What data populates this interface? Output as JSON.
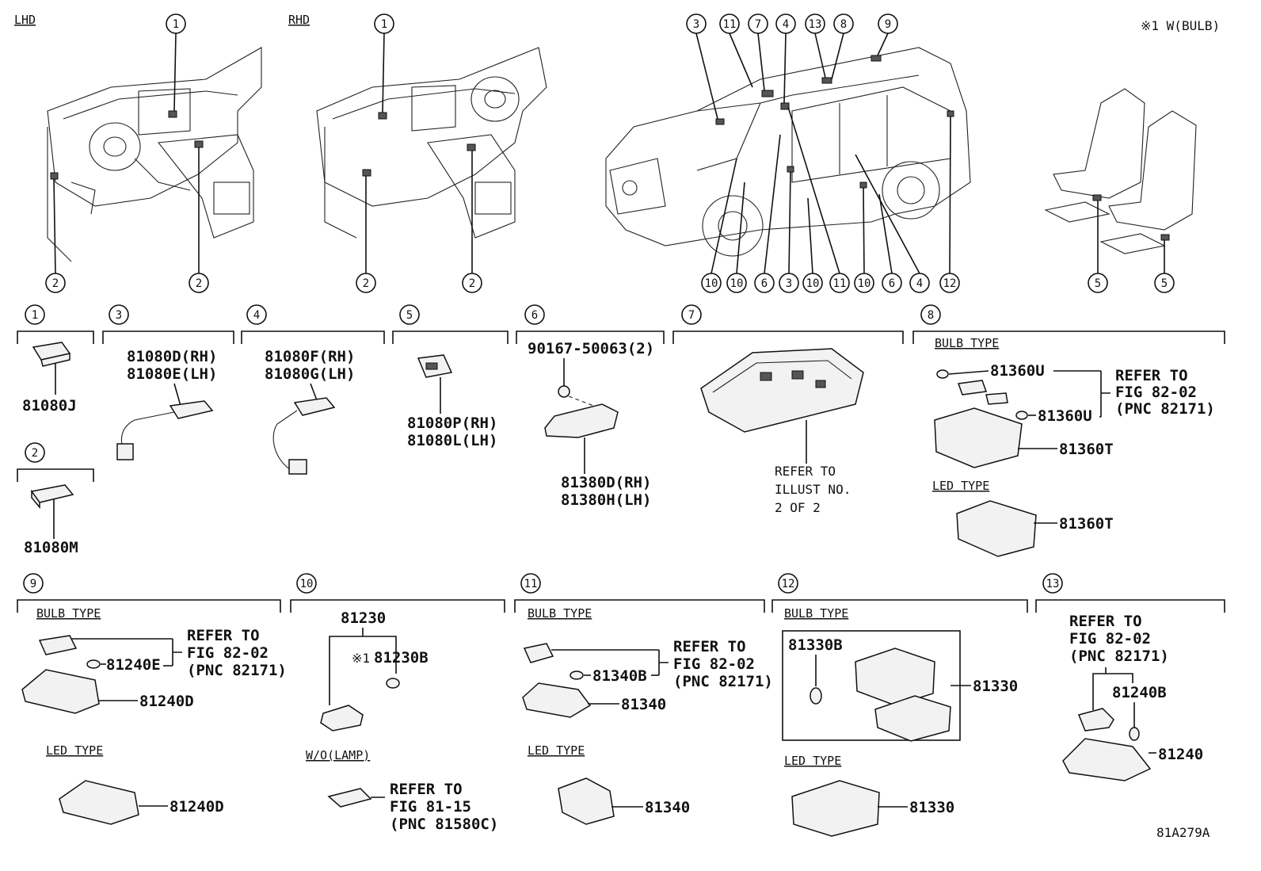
{
  "header": {
    "lhd": "LHD",
    "rhd": "RHD",
    "note": "※1 W(BULB)"
  },
  "callouts": {
    "n1": "1",
    "n2": "2",
    "n3": "3",
    "n4": "4",
    "n5": "5",
    "n6": "6",
    "n7": "7",
    "n8": "8",
    "n9": "9",
    "n10": "10",
    "n11": "11",
    "n12": "12",
    "n13": "13"
  },
  "sections": {
    "s1": {
      "part": "81080J"
    },
    "s2": {
      "part": "81080M"
    },
    "s3": {
      "part_rh": "81080D(RH)",
      "part_lh": "81080E(LH)"
    },
    "s4": {
      "part_rh": "81080F(RH)",
      "part_lh": "81080G(LH)"
    },
    "s5": {
      "part_rh": "81080P(RH)",
      "part_lh": "81080L(LH)"
    },
    "s6": {
      "screw": "90167-50063(2)",
      "part_rh": "81380D(RH)",
      "part_lh": "81380H(LH)"
    },
    "s7": {
      "refer_1": "REFER TO",
      "refer_2": "ILLUST NO.",
      "refer_3": "2 OF 2"
    },
    "s8": {
      "bulb_type": "BULB TYPE",
      "bulb_a": "81360U",
      "bulb_b": "81360U",
      "housing": "81360T",
      "refer_1": "REFER TO",
      "refer_2": "FIG 82-02",
      "refer_3": "(PNC 82171)",
      "led_type": "LED TYPE",
      "led_part": "81360T"
    },
    "s9": {
      "bulb_type": "BULB TYPE",
      "bulb": "81240E",
      "housing": "81240D",
      "refer_1": "REFER TO",
      "refer_2": "FIG 82-02",
      "refer_3": "(PNC 82171)",
      "led_type": "LED TYPE",
      "led_part": "81240D"
    },
    "s10": {
      "assy": "81230",
      "note_mark": "※1",
      "bulb": "81230B",
      "wo_lamp": "W/O(LAMP)",
      "refer_1": "REFER TO",
      "refer_2": "FIG 81-15",
      "refer_3": "(PNC 81580C)"
    },
    "s11": {
      "bulb_type": "BULB TYPE",
      "bulb": "81340B",
      "housing": "81340",
      "refer_1": "REFER TO",
      "refer_2": "FIG 82-02",
      "refer_3": "(PNC 82171)",
      "led_type": "LED TYPE",
      "led_part": "81340"
    },
    "s12": {
      "bulb_type": "BULB TYPE",
      "bulb": "81330B",
      "housing": "81330",
      "led_type": "LED TYPE",
      "led_part": "81330"
    },
    "s13": {
      "refer_1": "REFER TO",
      "refer_2": "FIG 82-02",
      "refer_3": "(PNC 82171)",
      "bulb": "81240B",
      "housing": "81240"
    }
  },
  "footer": {
    "illust_code": "81A279A"
  }
}
